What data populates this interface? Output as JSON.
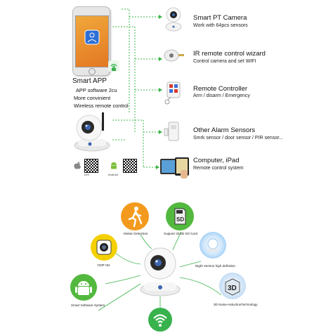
{
  "devices": [
    {
      "title": "Smart PT Camera",
      "subtitle": "Work with 64pcs sensors"
    },
    {
      "title": "IR remote control wizard",
      "subtitle": "Control camera and set WIFI"
    },
    {
      "title": "Remote Controller",
      "subtitle": "Arm / disarm / Emergency"
    },
    {
      "title": "Other Alarm Sensors",
      "subtitle": "Smrk sensor / door sensor / PIR sensor..."
    },
    {
      "title": "Computer, iPad",
      "subtitle": "Remote control system"
    }
  ],
  "app": {
    "title": "Smart APP",
    "lines": [
      "APP software 2cu",
      "More convinient",
      "Wireless remote control"
    ]
  },
  "qr_labels": {
    "ios": "IOS",
    "android": "Android"
  },
  "features": {
    "motion": "Motion Detection",
    "sdcard": "Support 32GB SD Card",
    "hd": "720P HD",
    "night": "Night Version high definition",
    "system": "Smart Software System",
    "noise": "3D  Noise-reductionTechnology",
    "sd_text": "SD",
    "threed_text": "3D"
  },
  "colors": {
    "connector": "#3cb44a",
    "orange": "#f39a1e",
    "yellow": "#f5d000",
    "green": "#53b83e",
    "blue_glow": "#6bb4f0",
    "wifi_green": "#37b24d"
  }
}
